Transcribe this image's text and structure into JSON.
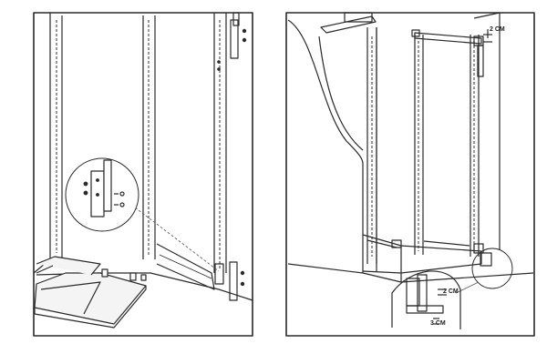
{
  "annotations": {
    "dim_top": "2 CM",
    "dim_mid": "2 CM",
    "dim_low": "3 CM"
  },
  "colors": {
    "line": "#2a2a2a",
    "panel_fill": "#f4f4f4",
    "shade": "#e4e4e4",
    "dash": "#555555"
  }
}
